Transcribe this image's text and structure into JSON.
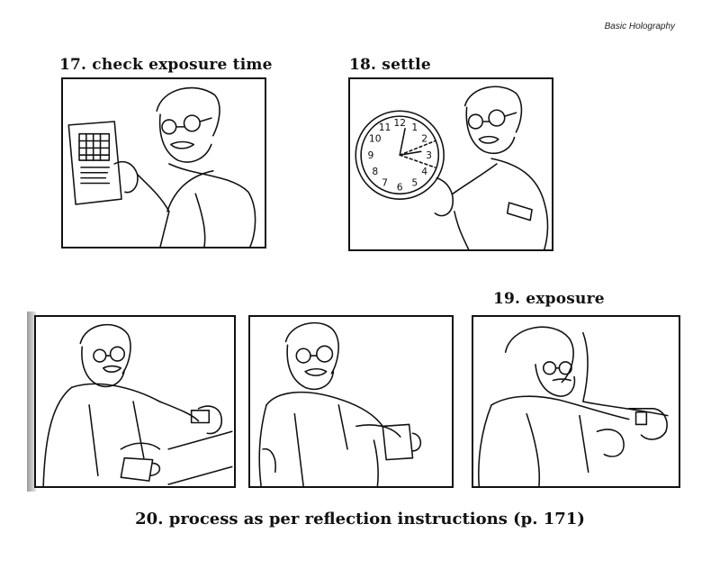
{
  "page": {
    "header": "Basic Holography",
    "caption": "20. process as per reflection instructions (p. 171)"
  },
  "steps": {
    "step17": "17. check exposure time",
    "step18": "18. settle",
    "step19": "19. exposure"
  },
  "clock": {
    "numerals": [
      "12",
      "1",
      "2",
      "3",
      "4",
      "5",
      "6",
      "7",
      "8",
      "9",
      "10",
      "11"
    ]
  },
  "icons": {
    "panel1": "man-reading-exposure-chart-illustration",
    "panel2": "man-pointing-at-clock-illustration",
    "panel3": "man-checking-wristwatch-with-mug-illustration",
    "panel4": "man-seated-holding-mug-illustration",
    "panel5": "man-looking-at-wristwatch-illustration"
  }
}
